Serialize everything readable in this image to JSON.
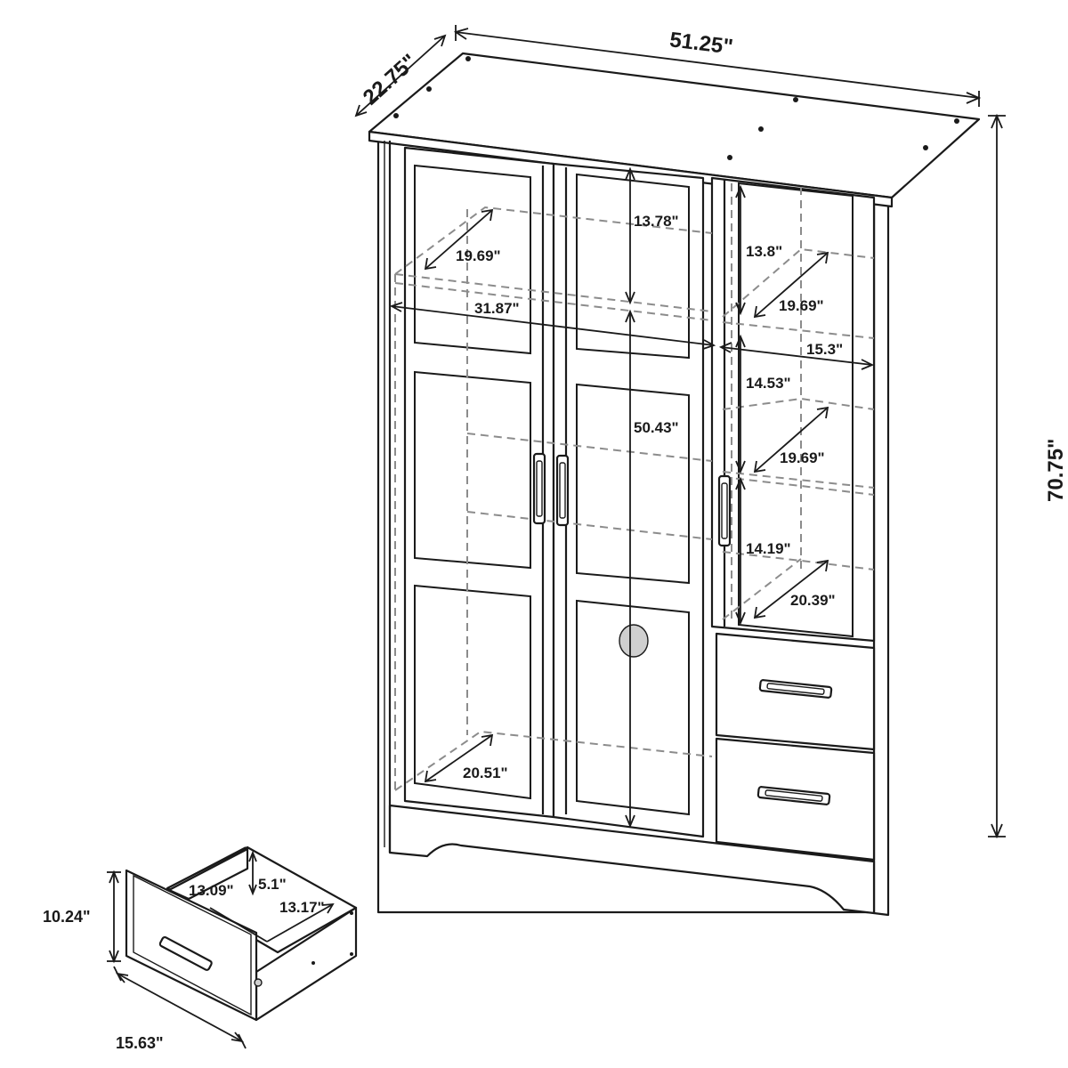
{
  "dimensions": {
    "overall_width": "51.25\"",
    "overall_depth": "22.75\"",
    "overall_height": "70.75\"",
    "top_shelf_height": "13.78\"",
    "top_shelf_depth": "19.69\"",
    "interior_width": "31.87\"",
    "main_compartment_height": "50.43\"",
    "bottom_depth": "20.51\"",
    "side_top_height": "13.8\"",
    "side_top_depth": "19.69\"",
    "side_width": "15.3\"",
    "side_mid_height": "14.53\"",
    "side_mid_depth": "19.69\"",
    "side_low_height": "14.19\"",
    "side_low_depth": "20.39\"",
    "drawer_height": "10.24\"",
    "drawer_front_width": "15.63\"",
    "drawer_inner_width": "13.09\"",
    "drawer_inner_height": "5.1\"",
    "drawer_inner_depth": "13.17\""
  }
}
